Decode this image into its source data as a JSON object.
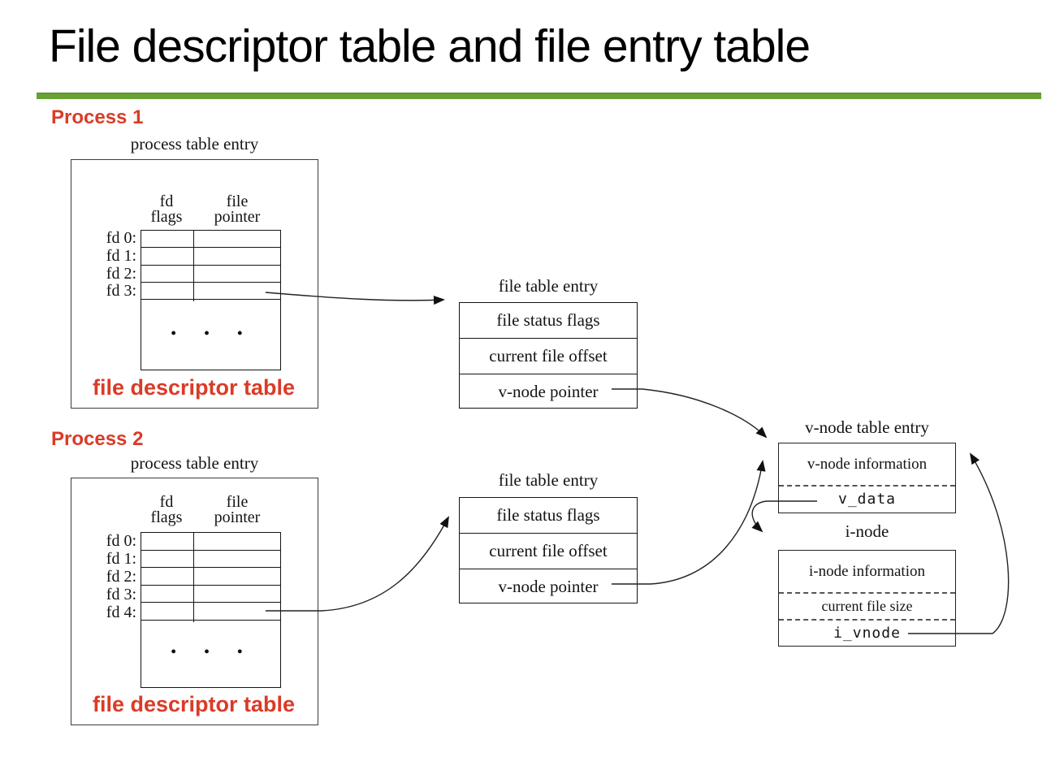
{
  "title": "File descriptor table and file entry table",
  "colors": {
    "green": "#69a135",
    "red": "#da3b27"
  },
  "process1": {
    "label": "Process 1",
    "box_title": "process table entry",
    "col_fd": [
      "fd",
      "flags"
    ],
    "col_fp": [
      "file",
      "pointer"
    ],
    "fd_rows": [
      "fd 0:",
      "fd 1:",
      "fd 2:",
      "fd 3:"
    ],
    "ellipsis": "• • •",
    "caption": "file descriptor table"
  },
  "process2": {
    "label": "Process 2",
    "box_title": "process table entry",
    "col_fd": [
      "fd",
      "flags"
    ],
    "col_fp": [
      "file",
      "pointer"
    ],
    "fd_rows": [
      "fd 0:",
      "fd 1:",
      "fd 2:",
      "fd 3:",
      "fd 4:"
    ],
    "ellipsis": "• • •",
    "caption": "file descriptor table"
  },
  "file_table1": {
    "title": "file table entry",
    "rows": [
      "file status flags",
      "current file offset",
      "v-node pointer"
    ]
  },
  "file_table2": {
    "title": "file table entry",
    "rows": [
      "file status flags",
      "current file offset",
      "v-node pointer"
    ]
  },
  "vnode_table": {
    "title": "v-node table entry",
    "info": "v-node information",
    "data_field": "v_data"
  },
  "inode": {
    "title": "i-node",
    "info": "i-node information",
    "size_field": "current file size",
    "vnode_field": "i_vnode"
  }
}
